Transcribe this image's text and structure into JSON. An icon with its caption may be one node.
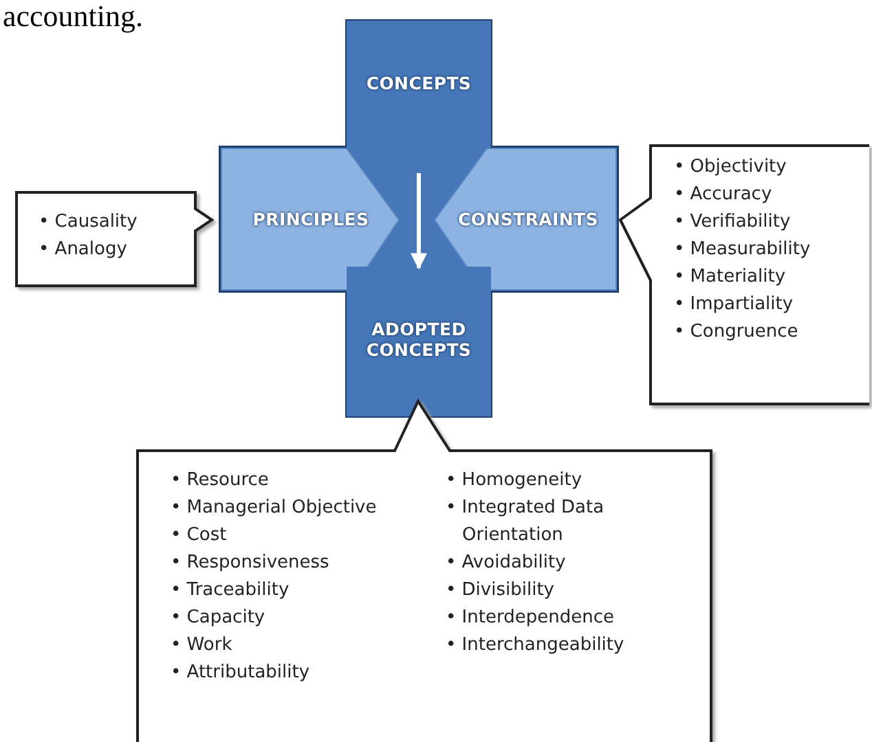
{
  "diagram": {
    "nodes": [
      {
        "text": [
          "CONCEPTS"
        ]
      },
      {
        "text": [
          "PRINCIPLES"
        ]
      },
      {
        "text": [
          "CONSTRAINTS"
        ]
      },
      {
        "text": [
          "ADOPTED CONCEPTS"
        ]
      },
      {
        "text": [
          "• Causality",
          "• Analogy"
        ]
      },
      {
        "text": [
          "• Objectivity",
          "• Accuracy",
          "• Verifiability",
          "• Measurability",
          "• Materiality",
          "• Impartiality",
          "• Congruence"
        ]
      },
      {
        "text": [
          "• Resource",
          "• Managerial Objective",
          "• Cost",
          "• Responsiveness",
          "• Traceability",
          "• Capacity",
          "• Work",
          "• Attributability",
          "• Homogeneity",
          "• Integrated Data Orientation",
          "• Avoidability",
          "• Divisibility",
          "• Interdependence",
          "• Interchangeability"
        ]
      }
    ],
    "edges": [
      {
        "from": 0,
        "to": 3,
        "arrow": "to"
      }
    ],
    "labels": [
      "accounting."
    ]
  }
}
